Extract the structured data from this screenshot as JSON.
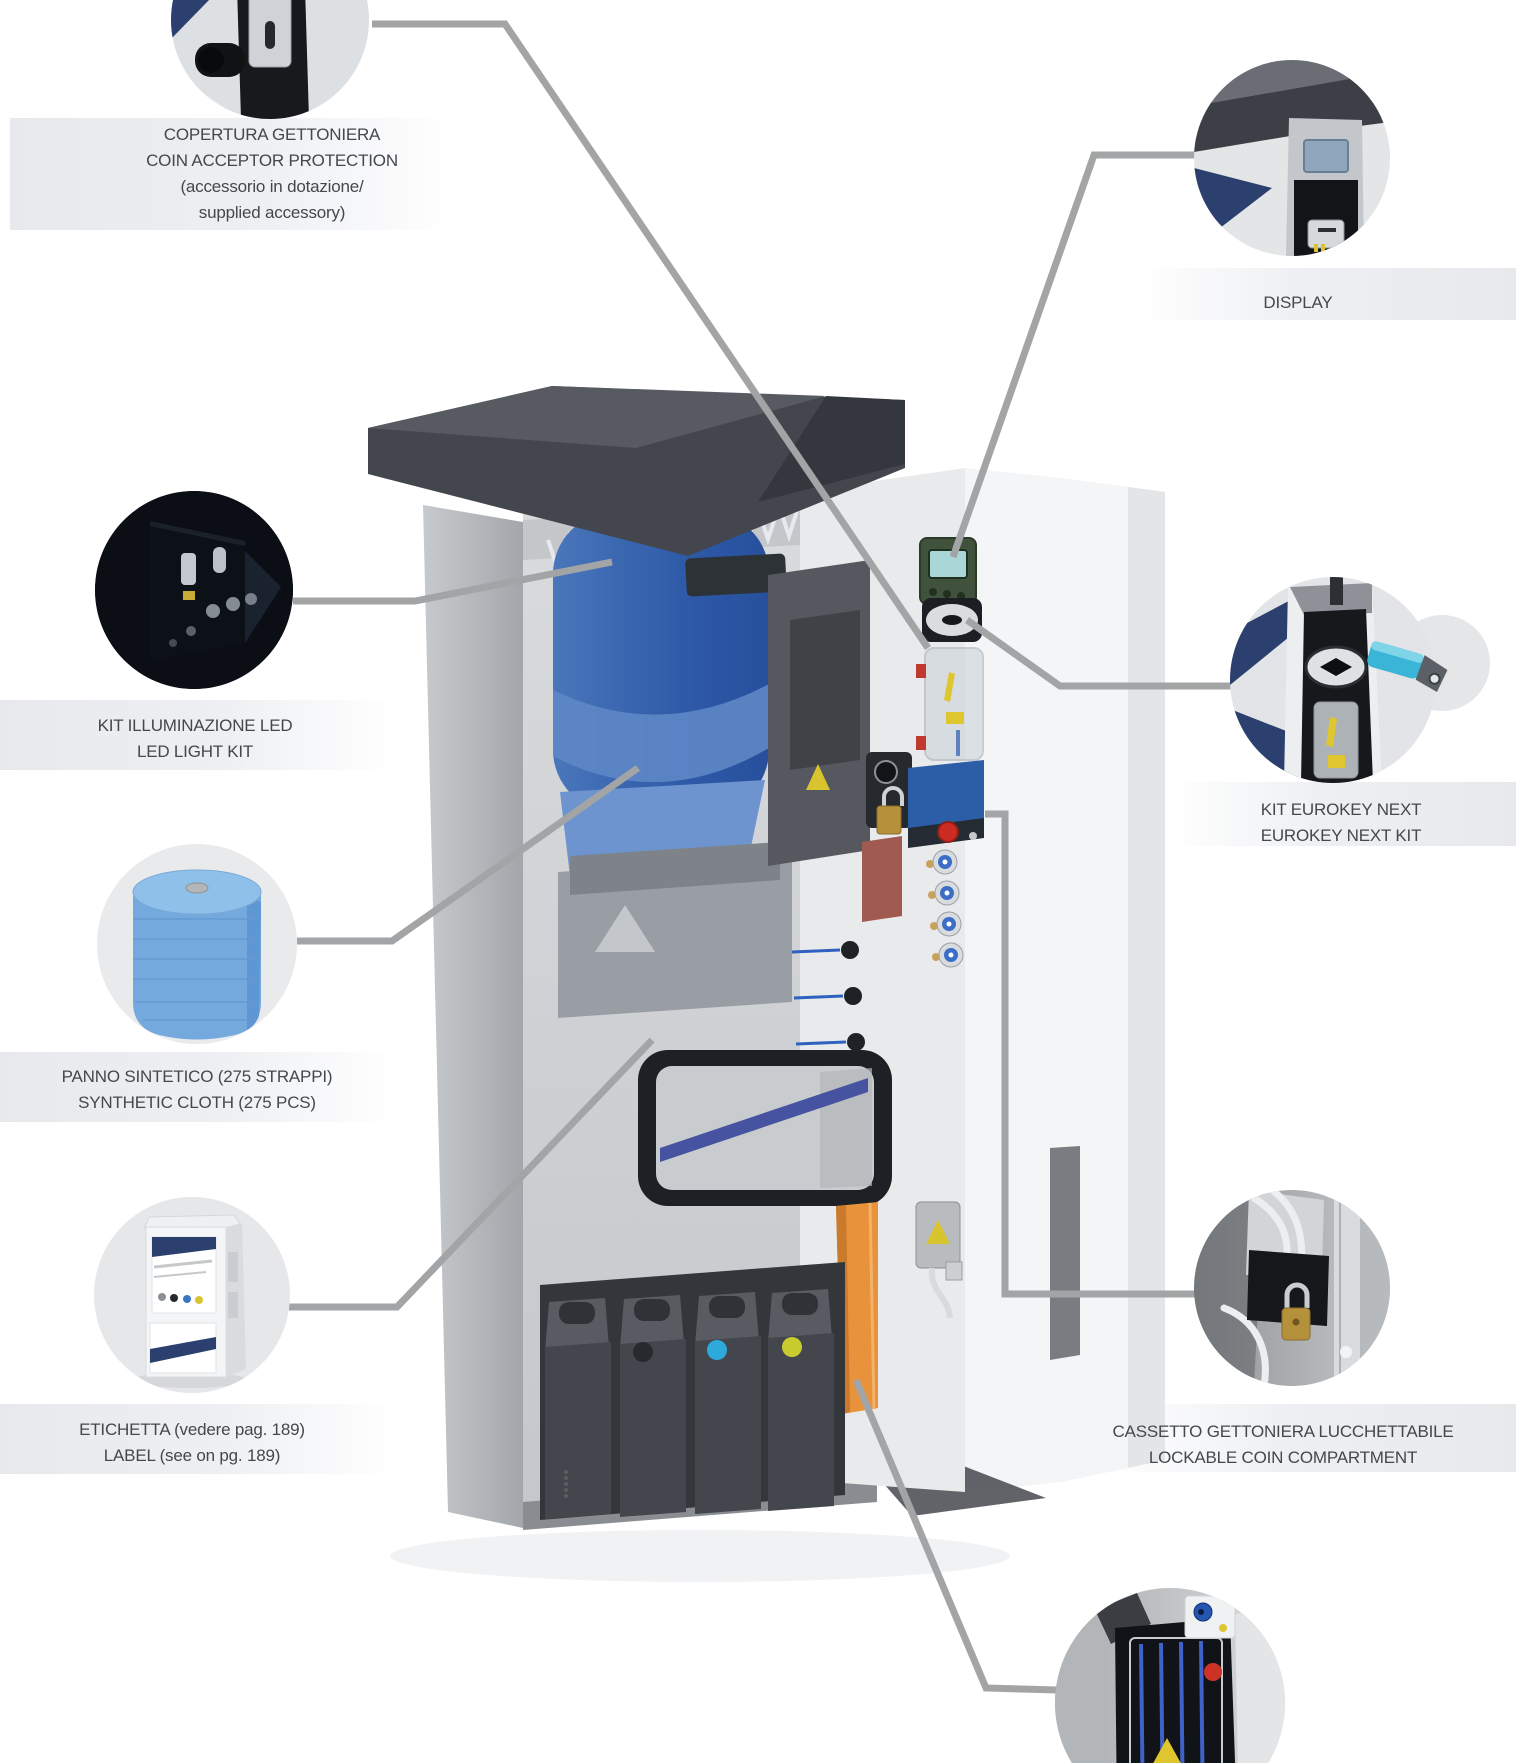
{
  "colors": {
    "background": "#ffffff",
    "leader_line": "#a2a4a6",
    "label_text": "#45484b",
    "label_bar": "#e7e9ec",
    "accent_navy": "#2b406e",
    "machine_roof": "#43474d",
    "machine_body_gray": "#b6b9bd",
    "cloth_roll_blue": "#3c6cb4",
    "cloth_roll_light_blue": "#74a9dd",
    "orange_panel": "#e8923c",
    "eurokey_cyan": "#3ab5d8",
    "padlock_brass": "#b5913c",
    "warning_yellow": "#e0c62e",
    "button_red": "#cc2b22",
    "button_blue": "#3b6ec6"
  },
  "callouts": [
    {
      "id": "coin-acceptor-protection",
      "side": "top-left",
      "lines": [
        "COPERTURA GETTONIERA",
        "COIN ACCEPTOR PROTECTION",
        "(accessorio in dotazione/",
        "supplied accessory)"
      ]
    },
    {
      "id": "display",
      "side": "top-right",
      "lines": [
        "DISPLAY"
      ]
    },
    {
      "id": "led-light-kit",
      "side": "left",
      "lines": [
        "KIT ILLUMINAZIONE LED",
        "LED LIGHT KIT"
      ]
    },
    {
      "id": "synthetic-cloth",
      "side": "left",
      "lines": [
        "PANNO SINTETICO (275 STRAPPI)",
        "SYNTHETIC CLOTH (275 PCS)"
      ]
    },
    {
      "id": "label-sticker",
      "side": "left",
      "lines": [
        "ETICHETTA (vedere pag. 189)",
        "LABEL (see on pg. 189)"
      ]
    },
    {
      "id": "eurokey-kit",
      "side": "right",
      "lines": [
        "KIT EUROKEY NEXT",
        "EUROKEY NEXT KIT"
      ]
    },
    {
      "id": "coin-compartment",
      "side": "right",
      "lines": [
        "CASSETTO GETTONIERA LUCCHETTABILE",
        "LOCKABLE COIN COMPARTMENT"
      ]
    }
  ]
}
